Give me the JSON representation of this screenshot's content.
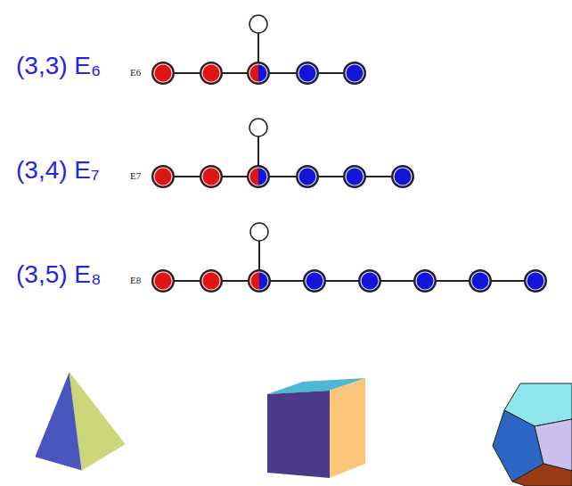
{
  "diagram": {
    "labels": [
      "(3,3) E₆",
      "E6",
      "(3,4) E₇",
      "E7",
      "(3,5) E₈",
      "E8"
    ]
  }
}
